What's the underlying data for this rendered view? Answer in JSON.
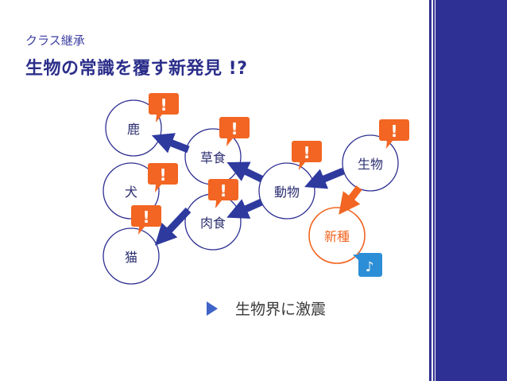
{
  "header": {
    "subtitle": "クラス継承",
    "title": "生物の常識を覆す新発見 !?"
  },
  "nodes": {
    "shika": "鹿",
    "inu": "犬",
    "neko": "猫",
    "soushoku": "草食",
    "nikushoku": "肉食",
    "doubutsu": "動物",
    "seibutsu": "生物",
    "shinshu": "新種"
  },
  "marks": {
    "exclaim": "!",
    "note": "♪"
  },
  "bullet": {
    "text": "生物界に激震"
  },
  "colors": {
    "accent_blue": "#2f3093",
    "arrow_blue": "#2e3a9e",
    "orange": "#f26522",
    "node_border": "#2f3093",
    "note_blue": "#2c8ed6",
    "bullet_blue": "#3f63c7"
  }
}
